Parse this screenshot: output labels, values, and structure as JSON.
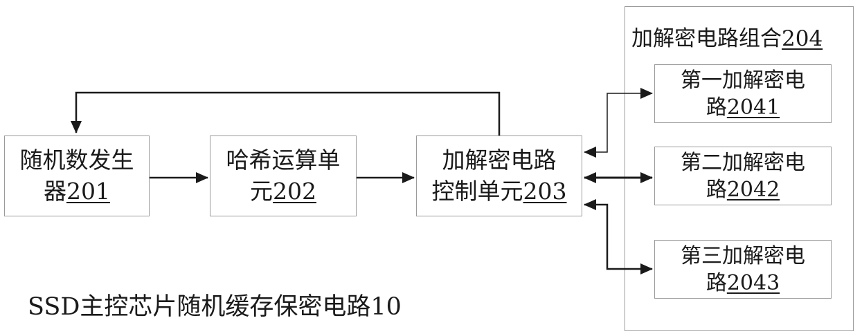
{
  "blocks": {
    "rng": {
      "line1": "随机数发生",
      "line2_text": "器",
      "line2_ref": "201"
    },
    "hash": {
      "line1": "哈希运算单",
      "line2_text": "元",
      "line2_ref": "202"
    },
    "ctrl": {
      "line1": "加解密电路",
      "line2_text": "控制单元",
      "line2_ref": "203"
    },
    "group": {
      "title_text": "加解密电路组合",
      "title_ref": "204"
    },
    "enc1": {
      "line1": "第一加解密电",
      "line2_text": "路",
      "line2_ref": "2041"
    },
    "enc2": {
      "line1": "第二加解密电",
      "line2_text": "路",
      "line2_ref": "2042"
    },
    "enc3": {
      "line1": "第三加解密电",
      "line2_text": "路",
      "line2_ref": "2043"
    }
  },
  "caption": "SSD主控芯片随机缓存保密电路10",
  "colors": {
    "line": "#1a1a1a",
    "border": "#9a9a9a"
  }
}
